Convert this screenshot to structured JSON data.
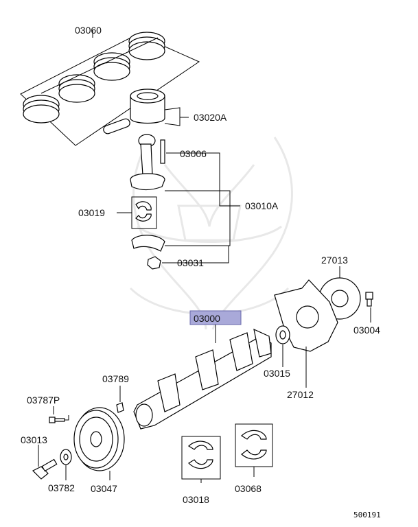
{
  "diagram": {
    "highlighted_part": "03000",
    "highlight_color": "#a9a9d9",
    "figure_number": "500191",
    "labels": {
      "p03060": "03060",
      "p03020A": "03020A",
      "p03006": "03006",
      "p03019": "03019",
      "p03010A": "03010A",
      "p03031": "03031",
      "p27013": "27013",
      "p03004": "03004",
      "p03015": "03015",
      "p27012": "27012",
      "p03789": "03789",
      "p03787P": "03787P",
      "p03013": "03013",
      "p03782": "03782",
      "p03047": "03047",
      "p03018": "03018",
      "p03068": "03068"
    }
  }
}
